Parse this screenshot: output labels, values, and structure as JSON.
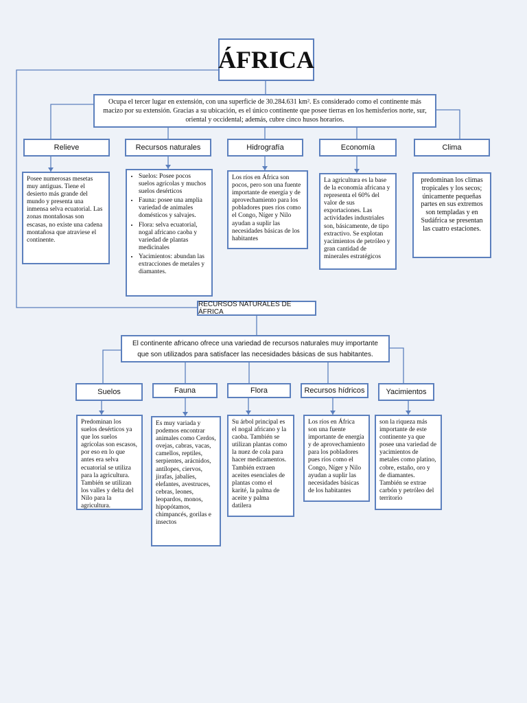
{
  "title": "ÁFRICA",
  "intro": "Ocupa el tercer lugar en extensión, con una superficie de 30.284.631 km². Es considerado como el continente más macizo por su extensión. Gracias a su ubicación, es el único continente que posee tierras en los hemisferios norte, sur, oriental y occidental; además, cubre cinco husos horarios.",
  "categories": [
    {
      "label": "Relieve",
      "text": "Posee numerosas mesetas muy antiguas. Tiene el desierto más grande del mundo y presenta una inmensa selva ecuatorial. Las zonas montañosas son escasas, no existe una cadena montañosa que atraviese el continente."
    },
    {
      "label": "Recursos naturales",
      "bullets": [
        "Suelos: Posee pocos suelos agrícolas y muchos suelos desérticos",
        "Fauna: posee una amplia variedad de animales domésticos y salvajes.",
        "Flora: selva ecuatorial, nogal africano caoba y variedad de plantas medicinales",
        "Yacimientos: abundan las extracciones de metales y diamantes."
      ]
    },
    {
      "label": "Hidrografía",
      "text": "Los ríos en África son pocos, pero son una fuente importante de energía y de aprovechamiento para los pobladores pues ríos como el Congo, Níger y Nilo ayudan a suplir las necesidades básicas de los habitantes"
    },
    {
      "label": "Economía",
      "text": "La agricultura es la base de la economía africana y representa el 60% del valor de sus exportaciones. Las actividades industriales son, básicamente, de tipo extractivo. Se explotan yacimientos de petróleo y gran cantidad de minerales estratégicos"
    },
    {
      "label": "Clima",
      "text": "predominan los climas tropicales y los secos; únicamente pequeñas partes en sus extremos son templadas y en Sudáfrica se presentan las cuatro estaciones."
    }
  ],
  "section2": {
    "title": "RECURSOS NATURALES DE ÁFRICA",
    "intro": "El continente africano ofrece una variedad de recursos naturales muy importante que son utilizados para satisfacer las necesidades básicas de sus habitantes.",
    "items": [
      {
        "label": "Suelos",
        "text": "Predominan los suelos desérticos ya que los suelos agrícolas son escasos, por eso en lo que antes era selva ecuatorial se utiliza para la agricultura. También se utilizan los valles y delta del Nilo para la agricultura."
      },
      {
        "label": "Fauna",
        "text": "Es muy variada y podemos encontrar animales como Cerdos, ovejas, cabras, vacas, camellos, reptiles, serpientes, arácnidos, antílopes, ciervos, jirafas, jabalíes, elefantes, avestruces, cebras, leones, leopardos, monos, hipopótamos, chimpancés, gorilas e insectos"
      },
      {
        "label": "Flora",
        "text": "Su árbol principal es el nogal africano y la caoba. También se utilizan plantas como la nuez de cola para hacer medicamentos. También extraen aceites esenciales de plantas como el karité, la palma de aceite y palma datilera"
      },
      {
        "label": "Recursos hídricos",
        "text": "Los ríos en África son una fuente importante de energía y de aprovechamiento para los pobladores pues ríos como el Congo, Níger y Nilo ayudan a suplir las necesidades básicas de los habitantes"
      },
      {
        "label": "Yacimientos",
        "text": "son la riqueza más importante de este continente ya que posee una variedad de yacimientos de metales como platino, cobre, estaño, oro y de diamantes. También se extrae carbón y petróleo del territorio"
      }
    ]
  },
  "colors": {
    "border": "#5b7fbd",
    "background": "#eef2f8"
  }
}
